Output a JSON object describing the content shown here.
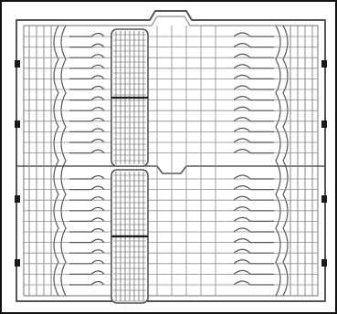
{
  "image": {
    "subject": "dishwasher-rack",
    "view": "top-down",
    "style": "monochrome-line-art",
    "colors": {
      "background": "#ffffff",
      "frame_border": "#111111",
      "wire": "#555555",
      "wire_light": "#8a8a8a",
      "clip": "#1a1a1a"
    }
  }
}
